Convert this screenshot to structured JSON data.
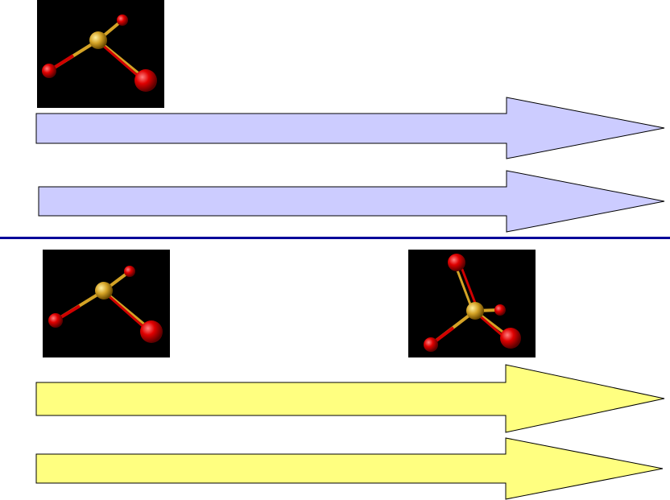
{
  "colors": {
    "background": "#ffffff",
    "panel_background": "#000000",
    "blue_arrow_fill": "#ccccff",
    "yellow_arrow_fill": "#ffff80",
    "arrow_stroke": "#000000",
    "divider": "#000099",
    "sulfur_atom": "#d4a326",
    "oxygen_atom": "#d00000"
  },
  "molecules": [
    {
      "name": "sulfur-dioxide",
      "atoms": [
        "S",
        "O",
        "O"
      ]
    },
    {
      "name": "sulfur-dioxide",
      "atoms": [
        "S",
        "O",
        "O"
      ]
    },
    {
      "name": "sulfur-trioxide",
      "atoms": [
        "S",
        "O",
        "O",
        "O"
      ]
    }
  ],
  "arrows": [
    {
      "group": "top",
      "color": "blue"
    },
    {
      "group": "top",
      "color": "blue"
    },
    {
      "group": "bottom",
      "color": "yellow"
    },
    {
      "group": "bottom",
      "color": "yellow"
    }
  ]
}
